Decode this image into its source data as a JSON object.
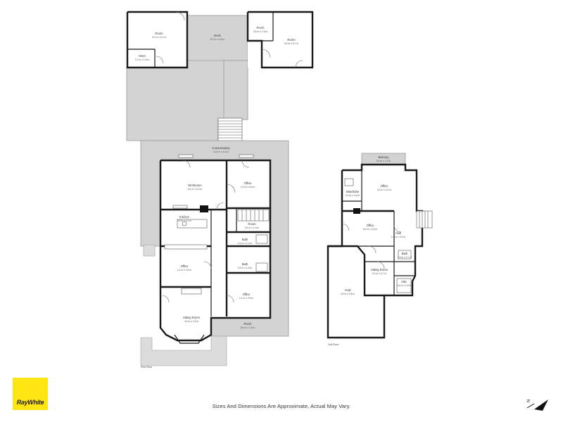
{
  "floor_labels": {
    "ground": "First Floor",
    "upper": "2nd Floor"
  },
  "footer_note": "Sizes And Dimensions Are Approximate, Actual May Vary.",
  "logo_text": "RayWhite",
  "north_label": "N",
  "rooms": {
    "studio_top": {
      "name": "Room",
      "dim": "4.0 m x 5.1 m"
    },
    "store": {
      "name": "Store",
      "dim": "3.7 m x 1.6 m"
    },
    "deck_top": {
      "name": "Deck",
      "dim": "8.2 m x 4.8 m"
    },
    "porch_top": {
      "name": "Porch",
      "dim": "2.6 m x 1.6 m"
    },
    "room_right": {
      "name": "Room",
      "dim": "3.6 m x 5.7 m"
    },
    "conservatory": {
      "name": "Conservatory",
      "dim": "11.5 m x 1.8 m"
    },
    "workroom": {
      "name": "Workroom",
      "dim": "6.4 m x 6.0 m"
    },
    "office_ground": {
      "name": "Office",
      "dim": "4.1 m x 6.6 m"
    },
    "kitchen": {
      "name": "Kitchen",
      "dim": "4.9 m x 4.1 m"
    },
    "room_small": {
      "name": "Room",
      "dim": "3.6 m x 1.8 m"
    },
    "bath_ground": {
      "name": "Bath",
      "dim": "4.3 m x 2.2 m"
    },
    "bath2": {
      "name": "Bath",
      "dim": "3.4 m x 1.6 m"
    },
    "office_front": {
      "name": "Office",
      "dim": "4.1 m x 3.5 m"
    },
    "sitting_room": {
      "name": "Sitting Room",
      "dim": "4.6 m x 4.9 m"
    },
    "porch_front": {
      "name": "Porch",
      "dim": "8.4 m x 1.8 m"
    },
    "balcony": {
      "name": "Balcony",
      "dim": "5.6 m x 1.6 m"
    },
    "office_upper": {
      "name": "Office",
      "dim": "4.2 m x 4.2 m"
    },
    "wardrobe": {
      "name": "Wardrobe",
      "dim": "1.6 m x 3.6 m"
    },
    "office_upper2": {
      "name": "Office",
      "dim": "5.6 m x 3.6 m"
    },
    "hall": {
      "name": "Hall",
      "dim": "1.8 m x 3.0 m"
    },
    "bath_upper": {
      "name": "Bath",
      "dim": "2.5 m x 2.7 m"
    },
    "sitting_upper": {
      "name": "Sitting Room",
      "dim": "4.2 m x 4.7 m"
    },
    "attic": {
      "name": "Attic",
      "dim": "3.4 m x 1.8 m"
    },
    "void": {
      "name": "Void",
      "dim": "4.8 m x 9.6 m"
    }
  },
  "colors": {
    "deck": "#d3d3d3",
    "wall": "#1a1a1a",
    "logo_bg": "#ffe512"
  },
  "icons": [
    "north-arrow-icon",
    "stair-icon",
    "door-swing-icon"
  ]
}
